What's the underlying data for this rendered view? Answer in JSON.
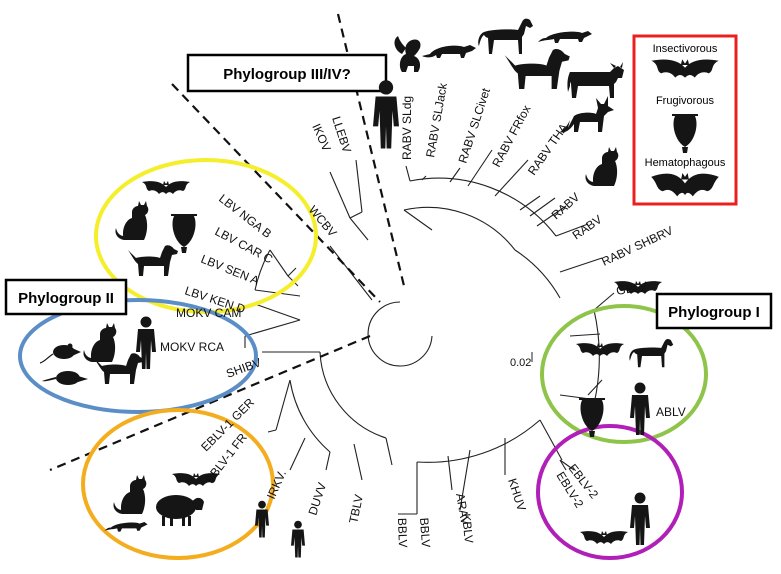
{
  "phylogroups": {
    "group_1": "Phylogroup I",
    "group_2": "Phylogroup II",
    "group_3_4": "Phylogroup III/IV?"
  },
  "legend": {
    "insectivorous": "Insectivorous",
    "frugivorous": "Frugivorous",
    "hematophagous": "Hematophagous"
  },
  "scale_bar": "0.02",
  "taxa": {
    "rabv_sldg": "RABV SLdg",
    "rabv_sljack": "RABV SLJack",
    "rabv_slcivet": "RABV SLCivet",
    "rabv_frfox": "RABV FRfox",
    "rabv_tha": "RABV THA",
    "rabv_1": "RABV",
    "rabv_2": "RABV",
    "rabv_shbrv": "RABV SHBRV",
    "gblv": "GBLV",
    "ablv": "ABLV",
    "eblv2_a": "EBLV-2",
    "eblv2_b": "EBLV-2",
    "khuv": "KHUV",
    "arav": "ARAV",
    "kblv": "KBLV",
    "bblv_a": "BBLV",
    "bblv_b": "BBLV",
    "tblv": "TBLV",
    "duvv": "DUVV",
    "irkv": "IRKV.",
    "eblv1_fr": "EBLV-1 FR",
    "eblv1_ger": "EBLV-1 GER",
    "shibv": "SHIBV",
    "mokv_rca": "MOKV RCA",
    "mokv_cam": "MOKV CAM",
    "lbv_ken_d": "LBV KEN D",
    "lbv_sen_a": "LBV SEN A",
    "lbv_car_c": "LBV CAR C",
    "lbv_nga_b": "LBV NGA B",
    "wcbv": "WCBV",
    "ikov": "IKOV",
    "llebv": "LLEBV"
  },
  "colors": {
    "legend_border": "#e8201f",
    "lbv_ellipse": "#f5ee2a",
    "mokv_ellipse": "#5b8ec7",
    "ablv_ellipse": "#8fc44a",
    "eblv2_ellipse": "#b01fb8",
    "eblv1_ellipse": "#f3ad1e",
    "silhouette": "#151515"
  },
  "icons": [
    "bat-icon",
    "hanging-bat-icon",
    "vampire-bat-icon",
    "dog-icon",
    "cat-icon",
    "fox-icon",
    "jackal-icon",
    "horse-icon",
    "cow-icon",
    "sheep-icon",
    "skunk-icon",
    "mongoose-icon",
    "civet-icon",
    "shrew-icon",
    "rodent-icon",
    "human-icon"
  ]
}
